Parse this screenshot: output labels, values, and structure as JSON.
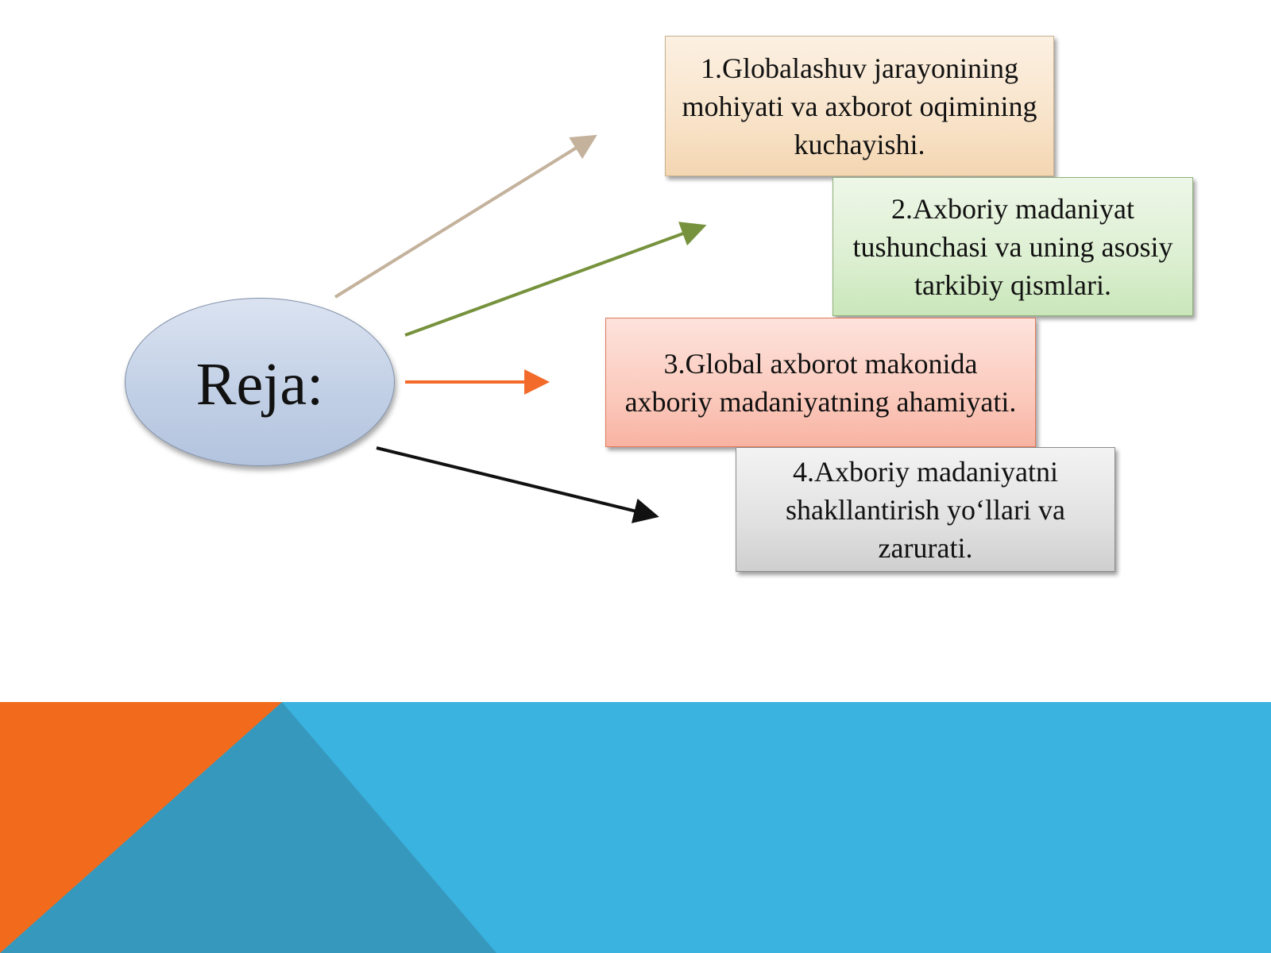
{
  "center": {
    "label": "Reja:"
  },
  "items": [
    {
      "text": "1.Globalashuv jarayonining mohiyati va axborot oqimining kuchayishi."
    },
    {
      "text": "2.Axboriy madaniyat tushunchasi va uning asosiy tarkibiy qismlari."
    },
    {
      "text": "3.Global axborot makonida axboriy madaniyatning ahamiyati."
    },
    {
      "text": "4.Axboriy madaniyatni shakllantirish yo‘llari va zarurati."
    }
  ],
  "colors": {
    "arrow_1": "#c4b29c",
    "arrow_2": "#76923c",
    "arrow_3": "#f26b2b",
    "arrow_4": "#111111",
    "footer_blue": "#3ab3e0",
    "footer_orange": "#f26a1b",
    "footer_dark_blue": "#3798bd"
  }
}
